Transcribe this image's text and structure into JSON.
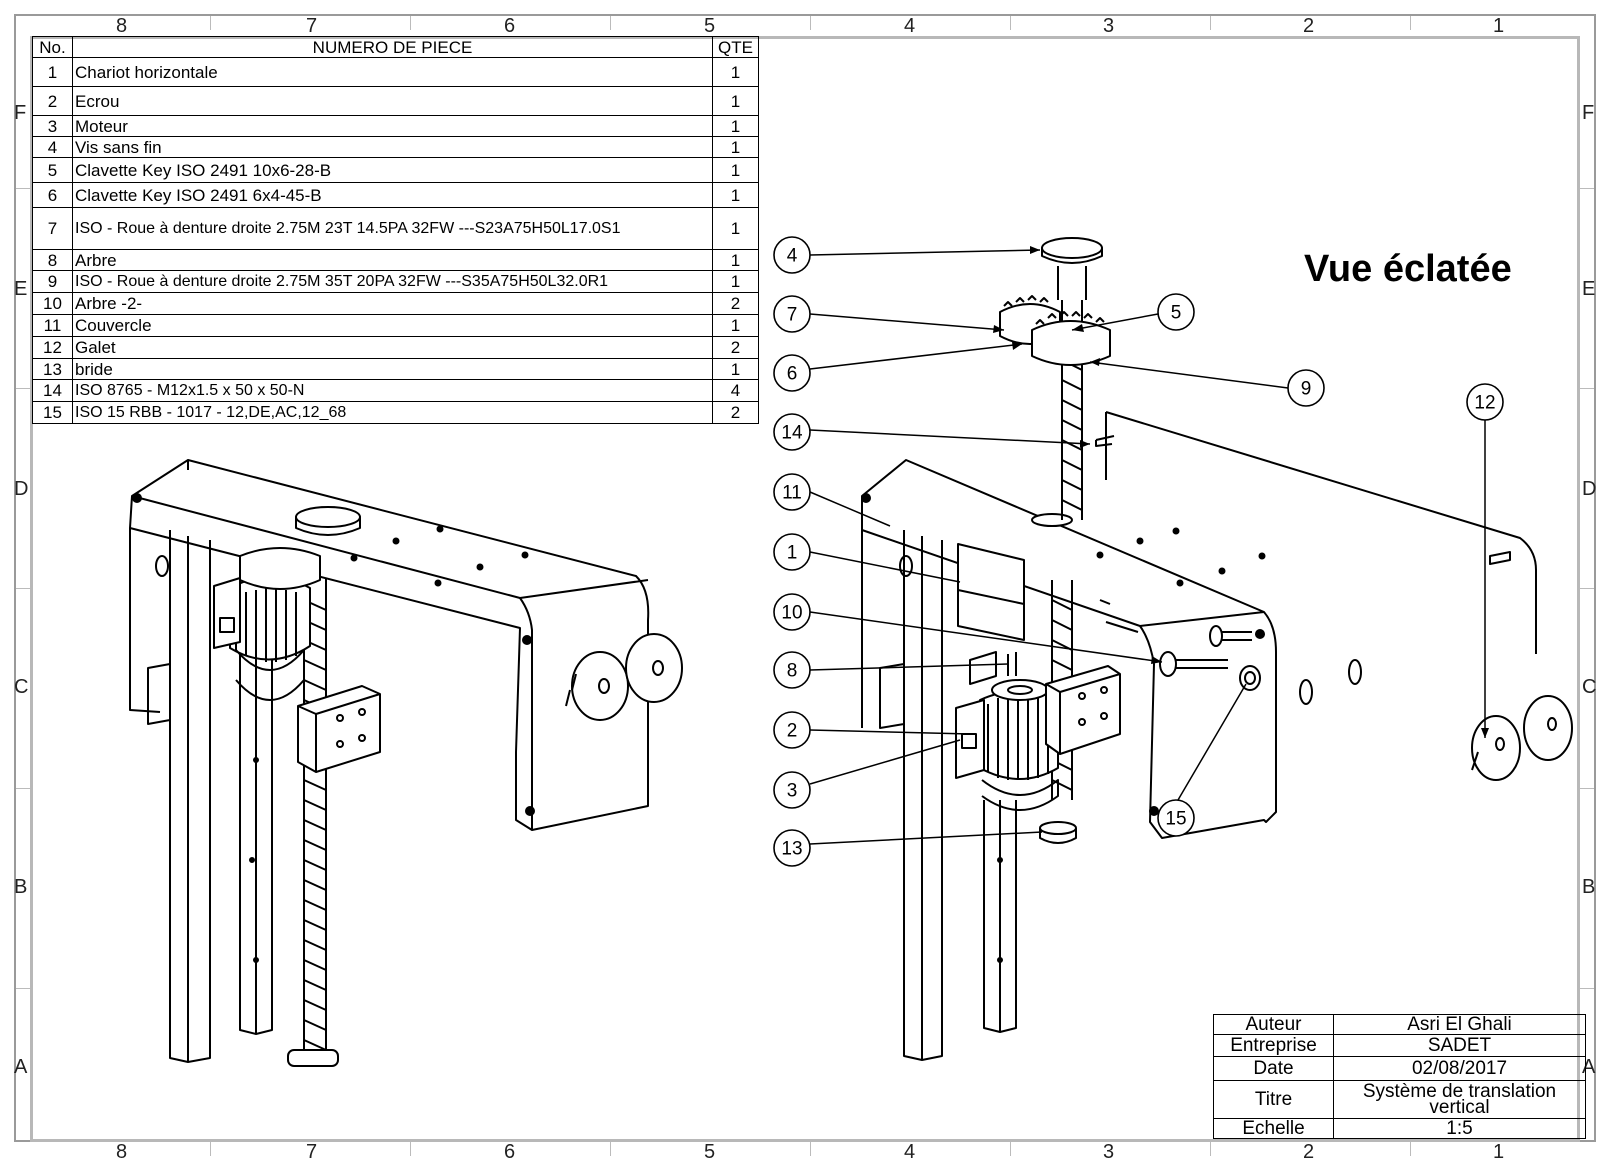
{
  "zones_top": [
    "8",
    "7",
    "6",
    "5",
    "4",
    "3",
    "2",
    "1"
  ],
  "zones_side": [
    "F",
    "E",
    "D",
    "C",
    "B",
    "A"
  ],
  "bom": {
    "headers": {
      "no": "No.",
      "part": "NUMERO DE PIECE",
      "qty": "QTE"
    },
    "rows": [
      {
        "no": "1",
        "part": "Chariot horizontale",
        "qty": "1"
      },
      {
        "no": "2",
        "part": "Ecrou",
        "qty": "1"
      },
      {
        "no": "3",
        "part": "Moteur",
        "qty": "1"
      },
      {
        "no": "4",
        "part": "Vis sans fin",
        "qty": "1"
      },
      {
        "no": "5",
        "part": "Clavette Key ISO 2491 10x6-28-B",
        "qty": "1"
      },
      {
        "no": "6",
        "part": "Clavette Key ISO 2491 6x4-45-B",
        "qty": "1"
      },
      {
        "no": "7",
        "part": "ISO - Roue à denture droite 2.75M 23T 14.5PA 32FW ---S23A75H50L17.0S1",
        "qty": "1"
      },
      {
        "no": "8",
        "part": "Arbre",
        "qty": "1"
      },
      {
        "no": "9",
        "part": "ISO - Roue à denture droite 2.75M 35T 20PA 32FW ---S35A75H50L32.0R1",
        "qty": "1"
      },
      {
        "no": "10",
        "part": "Arbre -2-",
        "qty": "2"
      },
      {
        "no": "11",
        "part": "Couvercle",
        "qty": "1"
      },
      {
        "no": "12",
        "part": "Galet",
        "qty": "2"
      },
      {
        "no": "13",
        "part": "bride",
        "qty": "1"
      },
      {
        "no": "14",
        "part": "ISO 8765 - M12x1.5 x 50 x 50-N",
        "qty": "4"
      },
      {
        "no": "15",
        "part": "ISO 15 RBB - 1017 - 12,DE,AC,12_68",
        "qty": "2"
      }
    ]
  },
  "view_title": "Vue éclatée",
  "balloons": [
    "4",
    "7",
    "6",
    "5",
    "9",
    "14",
    "11",
    "1",
    "10",
    "8",
    "2",
    "3",
    "13",
    "12",
    "15"
  ],
  "title_block": {
    "author_label": "Auteur",
    "author": "Asri El Ghali",
    "company_label": "Entreprise",
    "company": "SADET",
    "date_label": "Date",
    "date": "02/08/2017",
    "title_label": "Titre",
    "title": "Système de translation vertical",
    "scale_label": "Echelle",
    "scale": "1:5"
  }
}
